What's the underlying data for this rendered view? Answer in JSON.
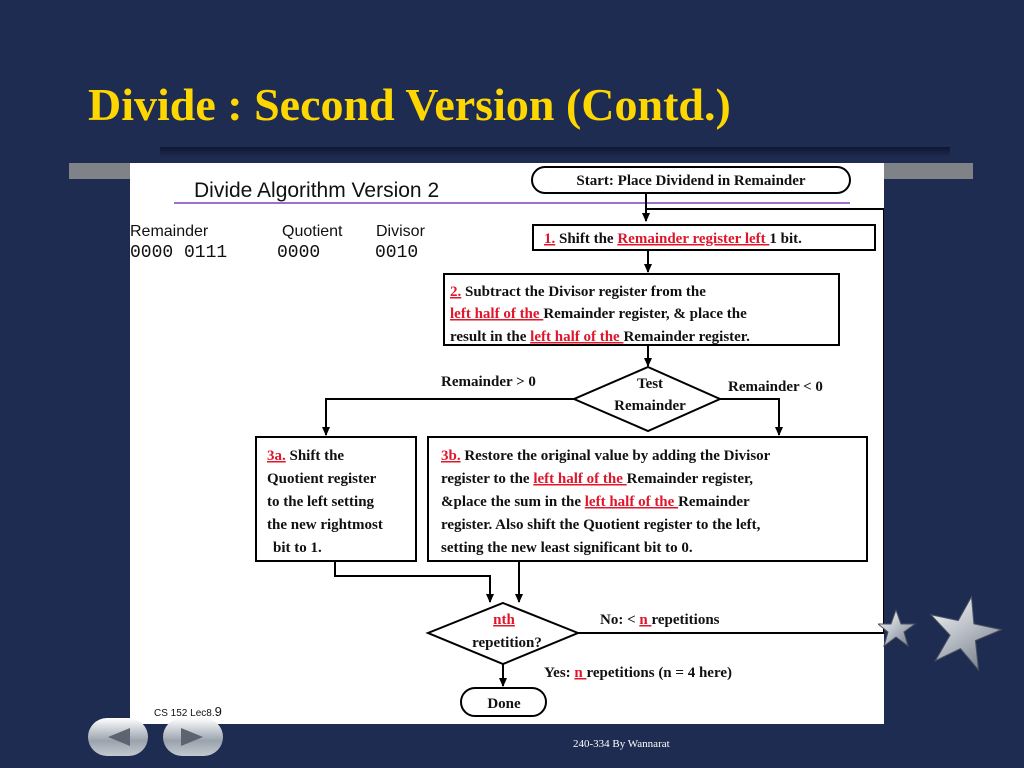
{
  "slide": {
    "title": "Divide : Second Version (Contd.)",
    "footer": "240-334 By Wannarat"
  },
  "diagram": {
    "heading": "Divide Algorithm Version 2",
    "registers": {
      "labels": [
        "Remainder",
        "Quotient",
        "Divisor"
      ],
      "values": [
        "0000 0111",
        "0000",
        "0010"
      ]
    },
    "start": "Start: Place Dividend in Remainder",
    "step1": {
      "num": "1.",
      "pre": " Shift the ",
      "hl": "Remainder register left ",
      "post": "1 bit."
    },
    "step2": {
      "num": "2.",
      "line1": " Subtract the Divisor register from the",
      "hl": "left half of the ",
      "line2": "Remainder register, & place the",
      "line3a": "result in the ",
      "line3b": "Remainder register."
    },
    "test": {
      "line1": "Test",
      "line2": "Remainder"
    },
    "branch_left": "Remainder > 0",
    "branch_right": "Remainder < 0",
    "step3a": {
      "num": "3a.",
      "line1": " Shift the",
      "line2": "Quotient register",
      "line3": "to the left setting",
      "line4": "the new rightmost",
      "line5": "bit to 1."
    },
    "step3b": {
      "num": "3b.",
      "line1": " Restore the original value by adding the Divisor",
      "line2a": "register to the ",
      "hl": "left half of the ",
      "line2b": "Remainder register,",
      "line3a": "&place the sum in the ",
      "line3b": "Remainder",
      "line4": "register. Also shift the Quotient register to the left,",
      "line5": "setting the new least significant bit to 0."
    },
    "rep": {
      "line1": "nth",
      "line2": "repetition?"
    },
    "no_label": {
      "pre": "No: < ",
      "n": "n ",
      "post": "repetitions"
    },
    "yes_label": {
      "pre": "Yes: ",
      "n": "n ",
      "post": "repetitions (n = 4 here)"
    },
    "done": "Done",
    "slide_ref": "CS 152 Lec8.",
    "slide_num": "9"
  }
}
